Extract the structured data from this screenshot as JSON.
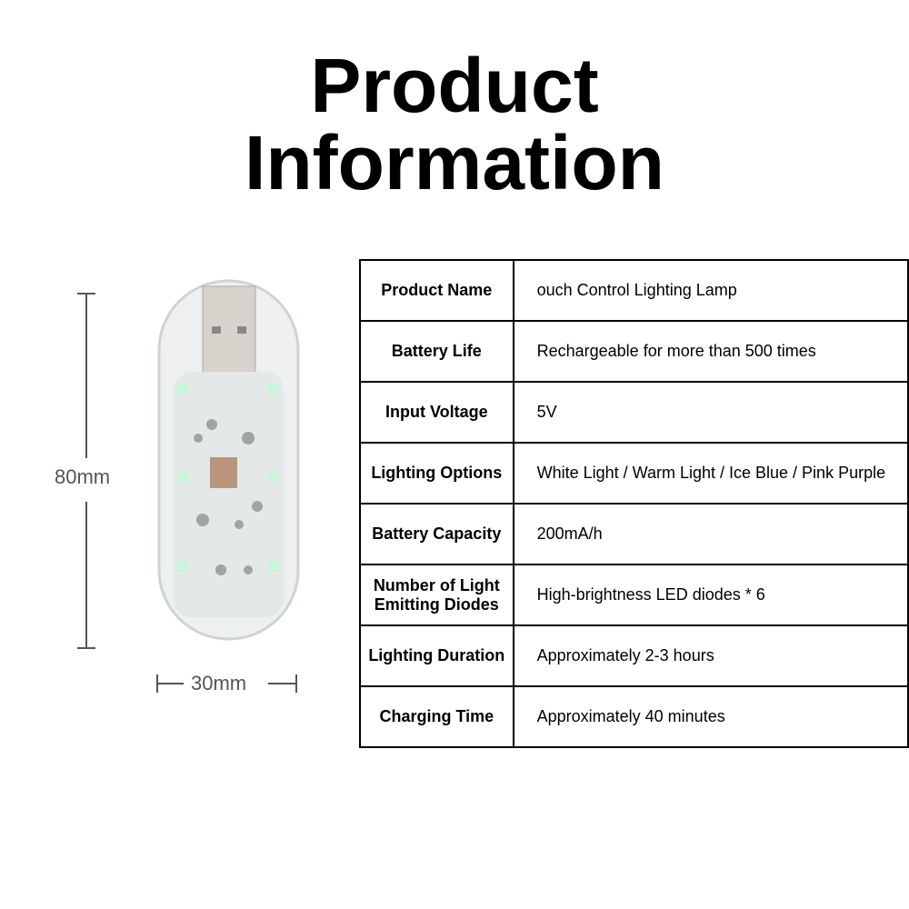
{
  "title": {
    "line1": "Product",
    "line2": "Information"
  },
  "dimensions": {
    "height": "80mm",
    "width": "30mm"
  },
  "specs": [
    {
      "label": "Product Name",
      "value": "ouch Control Lighting Lamp"
    },
    {
      "label": "Battery Life",
      "value": "Rechargeable for more than 500 times"
    },
    {
      "label": "Input Voltage",
      "value": "5V"
    },
    {
      "label": "Lighting Options",
      "value": "White Light / Warm Light / Ice Blue / Pink Purple"
    },
    {
      "label": "Battery Capacity",
      "value": "200mA/h"
    },
    {
      "label": "Number of Light Emitting Diodes",
      "value": "High-brightness LED diodes * 6"
    },
    {
      "label": "Lighting Duration",
      "value": "Approximately 2-3 hours"
    },
    {
      "label": "Charging Time",
      "value": "Approximately 40 minutes"
    }
  ]
}
